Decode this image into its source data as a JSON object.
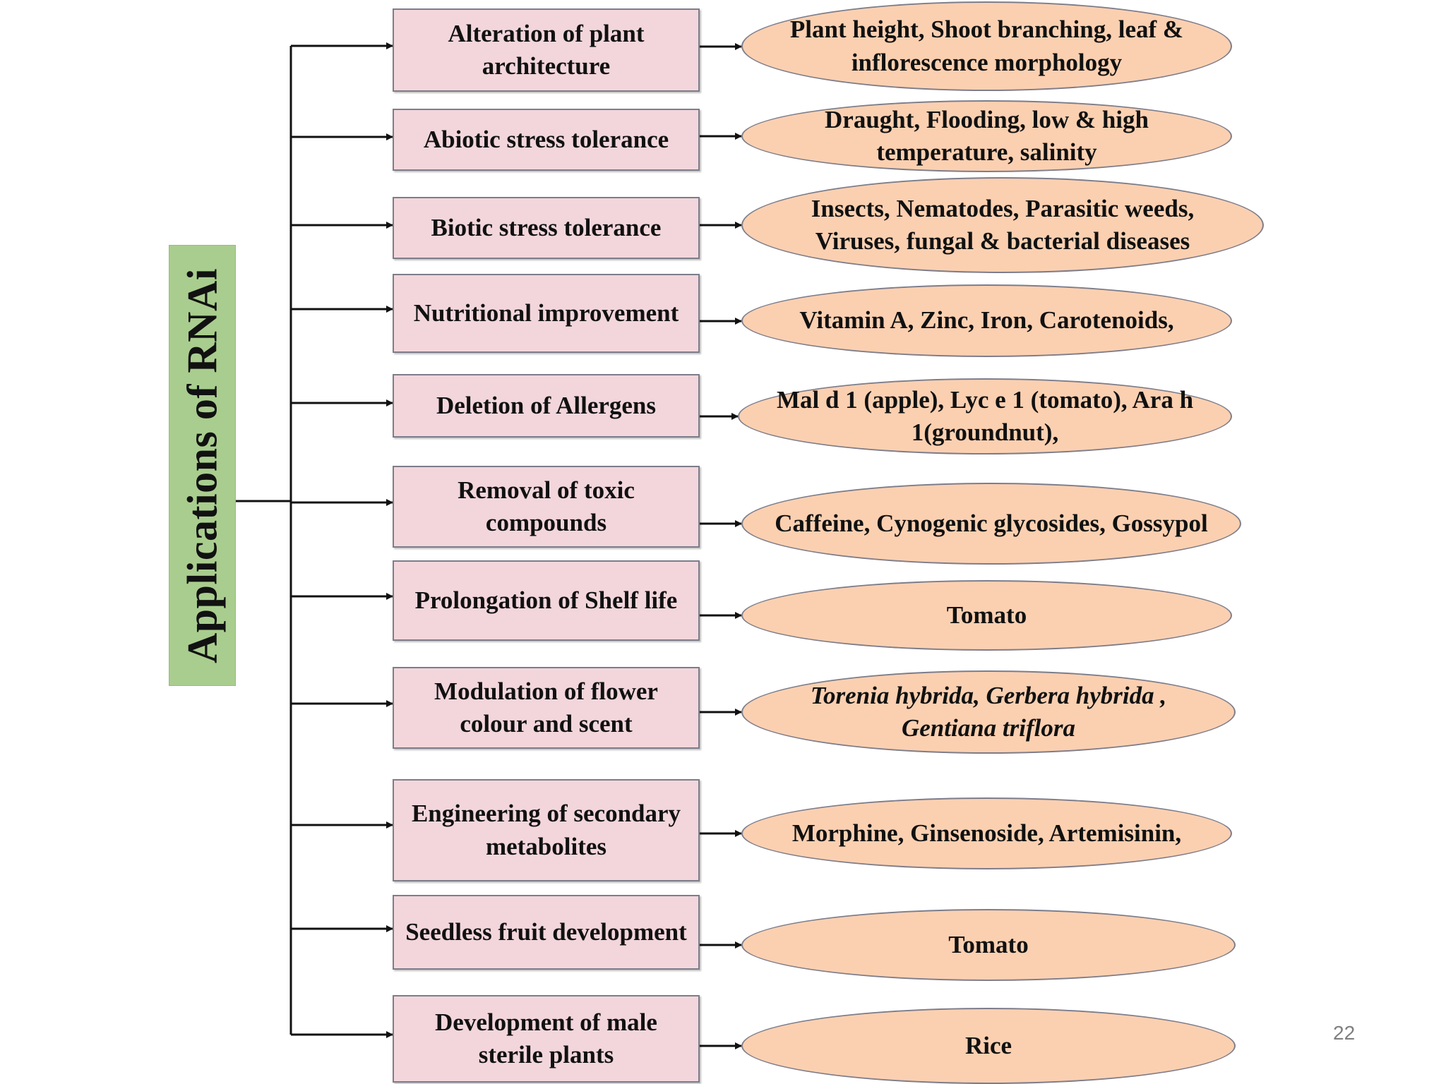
{
  "root": {
    "label": "Applications of RNAi"
  },
  "categories": [
    {
      "label": "Alteration of plant architecture",
      "examples": "Plant height, Shoot branching, leaf & inflorescence morphology"
    },
    {
      "label": "Abiotic stress tolerance",
      "examples": "Draught, Flooding, low & high temperature, salinity"
    },
    {
      "label": "Biotic stress tolerance",
      "examples": "Insects, Nematodes, Parasitic weeds, Viruses, fungal & bacterial diseases"
    },
    {
      "label": "Nutritional improvement",
      "examples": "Vitamin A, Zinc, Iron, Carotenoids,"
    },
    {
      "label": "Deletion of Allergens",
      "examples": "Mal d 1 (apple), Lyc e 1 (tomato), Ara h 1(groundnut),"
    },
    {
      "label": "Removal of toxic compounds",
      "examples": "Caffeine, Cynogenic glycosides, Gossypol"
    },
    {
      "label": "Prolongation of Shelf life",
      "examples": "Tomato"
    },
    {
      "label": "Modulation of flower colour and scent",
      "examples": "Torenia hybrida, Gerbera hybrida , Gentiana triflora"
    },
    {
      "label": "Engineering of secondary metabolites",
      "examples": "Morphine, Ginsenoside, Artemisinin,"
    },
    {
      "label": "Seedless fruit development",
      "examples": "Tomato"
    },
    {
      "label": "Development of male sterile plants",
      "examples": "Rice"
    }
  ],
  "page_number": "22"
}
